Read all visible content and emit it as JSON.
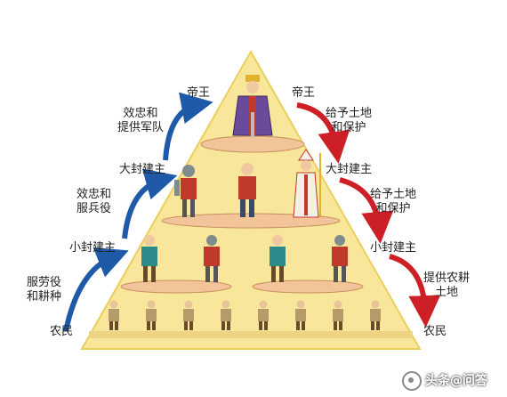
{
  "levels": {
    "king": "帝王",
    "great_lord": "大封建主",
    "minor_lord": "小封建主",
    "peasant": "农民"
  },
  "duties_up": {
    "loyalty_army": [
      "效忠和",
      "提供军队"
    ],
    "loyalty_service": [
      "效忠和",
      "服兵役"
    ],
    "labor_farming": [
      "服劳役",
      "和耕种"
    ]
  },
  "grants_down": {
    "land_protect_1": [
      "给予土地",
      "和保护"
    ],
    "land_protect_2": [
      "给予土地",
      "和保护"
    ],
    "provide_farmland": [
      "提供农耕",
      "土地"
    ]
  },
  "watermark": "头条@问答",
  "colors": {
    "pyramid": "#f8e79a",
    "pyramid_edge": "#e9cf5c",
    "arrow_up": "#1f5aa8",
    "arrow_down": "#cc1f26",
    "platform": "#f2c49a",
    "robe_king": "#6a4a9a",
    "robe_red": "#c0392b",
    "robe_white": "#f3f0e6",
    "armor": "#7f8c8d",
    "teal": "#2e8b8b",
    "peasant": "#b59a6a"
  }
}
